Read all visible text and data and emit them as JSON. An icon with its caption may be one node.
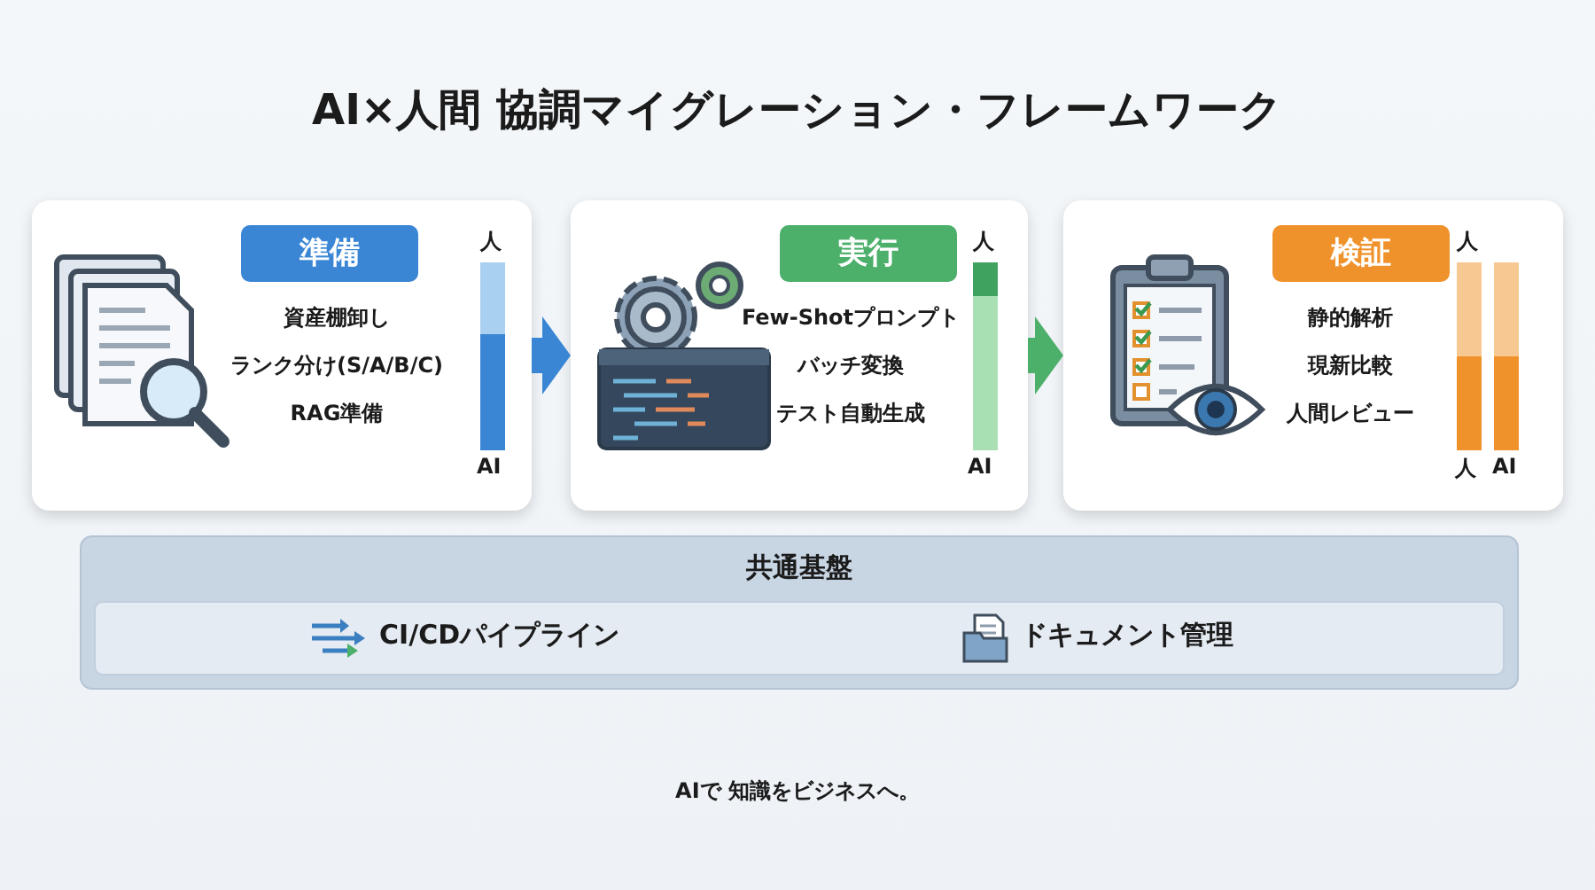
{
  "diagram": {
    "title": "AI×人間 協調マイグレーション・フレームワーク",
    "nodes": [
      {
        "text": [
          "準備",
          "資産棚卸し",
          "ランク分け(S/A/B/C)",
          "RAG準備",
          "人",
          "AI"
        ]
      },
      {
        "text": [
          "実行",
          "Few-Shotプロンプト",
          "バッチ変換",
          "テスト自動生成",
          "人",
          "AI"
        ]
      },
      {
        "text": [
          "検証",
          "静的解析",
          "現新比較",
          "人間レビュー",
          "人",
          "人",
          "AI"
        ]
      },
      {
        "text": [
          "共通基盤"
        ]
      },
      {
        "text": [
          "CI/CDパイプライン",
          "ドキュメント管理"
        ],
        "in": 3
      }
    ],
    "edges": [
      {
        "from": 0,
        "to": 1,
        "arrow": "to",
        "color": "#3a86d4"
      },
      {
        "from": 1,
        "to": 2,
        "arrow": "to",
        "color": "#4caf6a"
      }
    ],
    "labels": [
      "AIで 知識をビジネスへ。"
    ]
  }
}
